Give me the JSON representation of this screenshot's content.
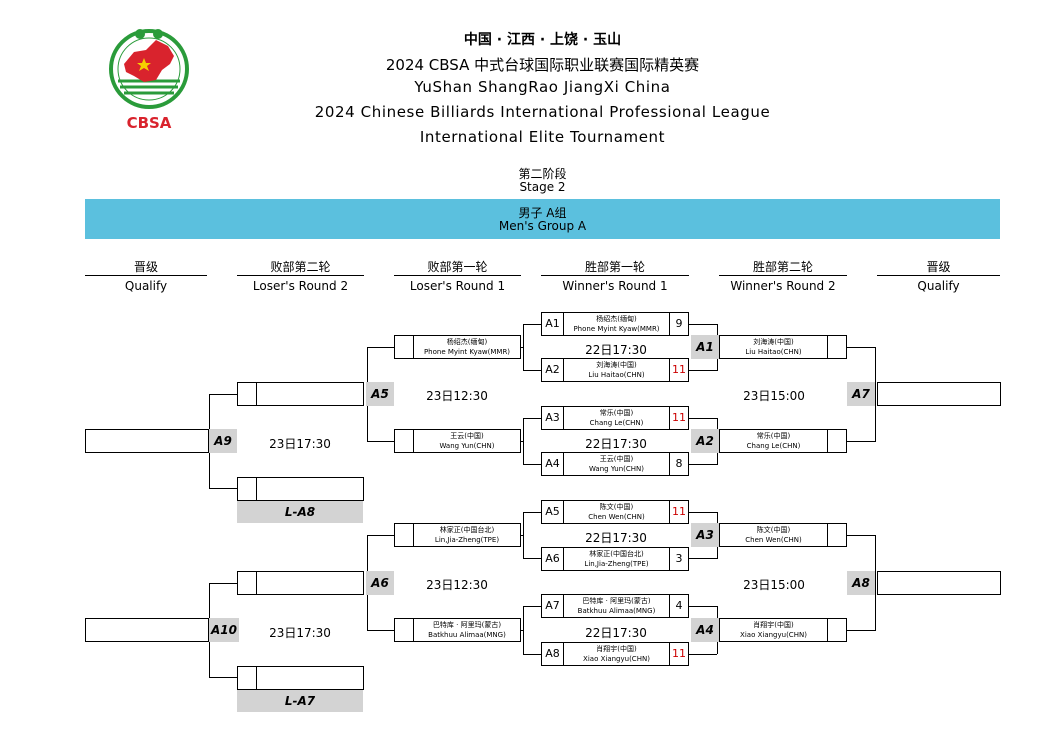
{
  "logo": {
    "text": "CBSA",
    "colors": {
      "red": "#d9232d",
      "green": "#2a9b3a",
      "yellow": "#f6d100"
    }
  },
  "header": {
    "line1": "中国 · 江西 · 上饶 · 玉山",
    "line2": "2024  CBSA  中式台球国际职业联赛国际精英赛",
    "line3": "YuShan  ShangRao  JiangXi  China",
    "line4": "2024  Chinese  Billiards  International  Professional  League",
    "line5": "International  Elite  Tournament"
  },
  "stage": {
    "cn": "第二阶段",
    "en": "Stage  2"
  },
  "group": {
    "cn": "男子 A组",
    "en": "Men's  Group  A",
    "color": "#5bc0de"
  },
  "columns": [
    {
      "cn": "晋级",
      "en": "Qualify"
    },
    {
      "cn": "败部第二轮",
      "en": "Loser's  Round  2"
    },
    {
      "cn": "败部第一轮",
      "en": "Loser's  Round  1"
    },
    {
      "cn": "胜部第一轮",
      "en": "Winner's  Round  1"
    },
    {
      "cn": "胜部第二轮",
      "en": "Winner's  Round  2"
    },
    {
      "cn": "晋级",
      "en": "Qualify"
    }
  ],
  "wr1": [
    {
      "code": "A1",
      "cn": "杨绍杰(缅甸)",
      "en": "Phone  Myint  Kyaw(MMR)",
      "score": "9"
    },
    {
      "code": "A2",
      "cn": "刘海涛(中国)",
      "en": "Liu  Haitao(CHN)",
      "score": "11"
    },
    {
      "code": "A3",
      "cn": "常乐(中国)",
      "en": "Chang  Le(CHN)",
      "score": "11"
    },
    {
      "code": "A4",
      "cn": "王云(中国)",
      "en": "Wang  Yun(CHN)",
      "score": "8"
    },
    {
      "code": "A5",
      "cn": "陈文(中国)",
      "en": "Chen  Wen(CHN)",
      "score": "11"
    },
    {
      "code": "A6",
      "cn": "林家正(中国台北)",
      "en": "Lin,Jia-Zheng(TPE)",
      "score": "3"
    },
    {
      "code": "A7",
      "cn": "巴特库 · 阿里玛(蒙古)",
      "en": "Batkhuu  Alimaa(MNG)",
      "score": "4"
    },
    {
      "code": "A8",
      "cn": "肖翔宇(中国)",
      "en": "Xiao  Xiangyu(CHN)",
      "score": "11"
    }
  ],
  "wr1_times": [
    "22日17:30",
    "22日17:30",
    "22日17:30",
    "22日17:30"
  ],
  "wr2": [
    {
      "cn": "刘海涛(中国)",
      "en": "Liu  Haitao(CHN)"
    },
    {
      "cn": "常乐(中国)",
      "en": "Chang  Le(CHN)"
    },
    {
      "cn": "陈文(中国)",
      "en": "Chen  Wen(CHN)"
    },
    {
      "cn": "肖翔宇(中国)",
      "en": "Xiao  Xiangyu(CHN)"
    }
  ],
  "wr2_labels": [
    "A1",
    "A2",
    "A3",
    "A4"
  ],
  "wr2_times": [
    "23日15:00",
    "23日15:00"
  ],
  "qualify_labels_right": [
    "A7",
    "A8"
  ],
  "lr1": [
    {
      "cn": "杨绍杰(缅甸)",
      "en": "Phone  Myint  Kyaw(MMR)"
    },
    {
      "cn": "王云(中国)",
      "en": "Wang  Yun(CHN)"
    },
    {
      "cn": "林家正(中国台北)",
      "en": "Lin,Jia-Zheng(TPE)"
    },
    {
      "cn": "巴特库 · 阿里玛(蒙古)",
      "en": "Batkhuu  Alimaa(MNG)"
    }
  ],
  "lr1_labels": [
    "A5",
    "A6"
  ],
  "lr1_times": [
    "23日12:30",
    "23日12:30"
  ],
  "lr2_labels": [
    "A9",
    "A10"
  ],
  "lr2_times": [
    "23日17:30",
    "23日17:30"
  ],
  "loser_drop_labels": [
    "L-A8",
    "L-A7"
  ]
}
